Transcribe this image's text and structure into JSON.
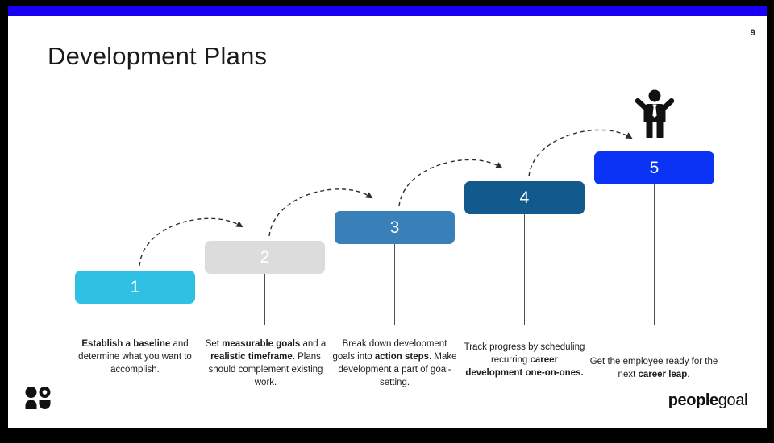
{
  "slide": {
    "title": "Development Plans",
    "page_number": "9",
    "accent_color": "#1800f5",
    "background": "#ffffff",
    "frame_color": "#000000"
  },
  "steps": [
    {
      "number": "1",
      "color": "#2fc0e3",
      "caption_parts": [
        {
          "text": "Establish a baseline",
          "bold": true
        },
        {
          "text": " and determine what you want to accomplish.",
          "bold": false
        }
      ]
    },
    {
      "number": "2",
      "color": "#dcdcdc",
      "caption_parts": [
        {
          "text": "Set ",
          "bold": false
        },
        {
          "text": "measurable goals",
          "bold": true
        },
        {
          "text": " and a ",
          "bold": false
        },
        {
          "text": "realistic timeframe.",
          "bold": true
        },
        {
          "text": " Plans should complement existing work.",
          "bold": false
        }
      ]
    },
    {
      "number": "3",
      "color": "#3a80b8",
      "caption_parts": [
        {
          "text": "Break down development goals into ",
          "bold": false
        },
        {
          "text": "action steps",
          "bold": true
        },
        {
          "text": ". Make development a part of goal-setting.",
          "bold": false
        }
      ]
    },
    {
      "number": "4",
      "color": "#125a8c",
      "caption_parts": [
        {
          "text": "Track progress by scheduling recurring ",
          "bold": false
        },
        {
          "text": "career development one-on-ones.",
          "bold": true
        }
      ]
    },
    {
      "number": "5",
      "color": "#0a33f5",
      "caption_parts": [
        {
          "text": "Get the employee ready for the next ",
          "bold": false
        },
        {
          "text": "career leap",
          "bold": true
        },
        {
          "text": ".",
          "bold": false
        }
      ]
    }
  ],
  "footer": {
    "brand_bold": "people",
    "brand_light": "goal"
  }
}
